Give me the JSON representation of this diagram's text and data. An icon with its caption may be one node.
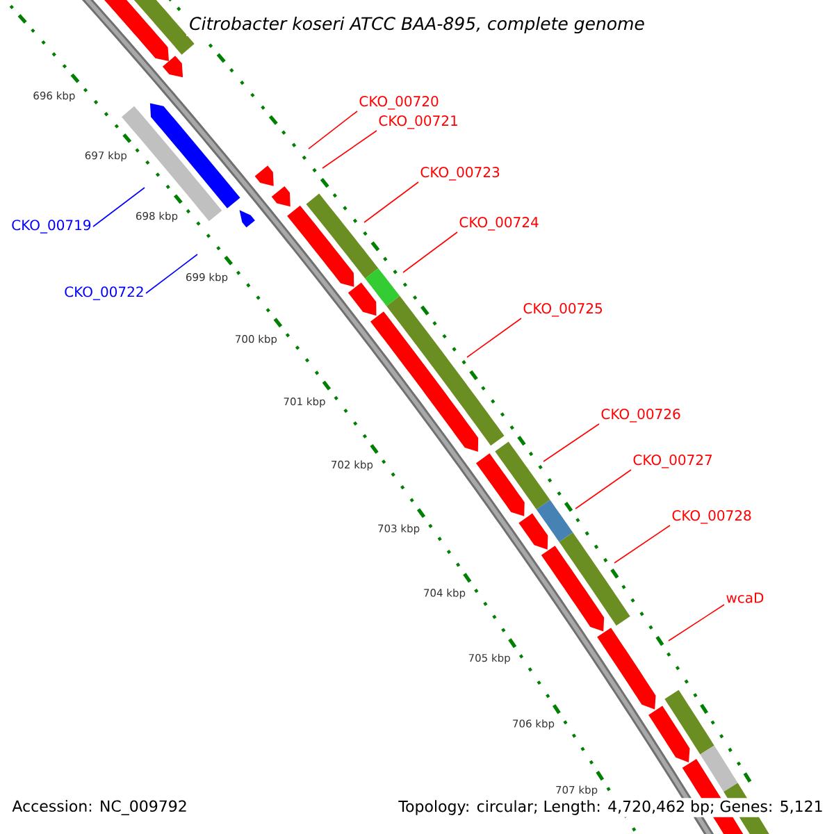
{
  "diagram": {
    "title": "Citrobacter koseri ATCC BAA-895, complete genome",
    "nodes": [
      {
        "text": [
          "CKO_00720"
        ]
      },
      {
        "text": [
          "CKO_00721"
        ]
      },
      {
        "text": [
          "CKO_00723"
        ]
      },
      {
        "text": [
          "CKO_00719"
        ]
      },
      {
        "text": [
          "CKO_00724"
        ]
      },
      {
        "text": [
          "CKO_00722"
        ]
      },
      {
        "text": [
          "CKO_00725"
        ]
      },
      {
        "text": [
          "CKO_00726"
        ]
      },
      {
        "text": [
          "CKO_00727"
        ]
      },
      {
        "text": [
          "CKO_00728"
        ]
      },
      {
        "text": [
          "wcaD"
        ]
      }
    ],
    "edges": [
      {
        "from": 0,
        "to": null,
        "arrow": "none"
      },
      {
        "from": 1,
        "to": null,
        "arrow": "none"
      },
      {
        "from": 2,
        "to": null,
        "arrow": "none"
      },
      {
        "from": 3,
        "to": null,
        "arrow": "none",
        "color": "#0000ff"
      },
      {
        "from": 4,
        "to": null,
        "arrow": "none"
      },
      {
        "from": 5,
        "to": null,
        "arrow": "none",
        "color": "#0000ff"
      },
      {
        "from": 6,
        "to": null,
        "arrow": "none"
      },
      {
        "from": 7,
        "to": null,
        "arrow": "none"
      },
      {
        "from": 8,
        "to": null,
        "arrow": "none"
      },
      {
        "from": 9,
        "to": null,
        "arrow": "none"
      },
      {
        "from": 10,
        "to": null,
        "arrow": "none"
      }
    ],
    "labels": [
      "696 kbp",
      "697 kbp",
      "698 kbp",
      "699 kbp",
      "700 kbp",
      "701 kbp",
      "702 kbp",
      "703 kbp",
      "704 kbp",
      "705 kbp",
      "706 kbp",
      "707 kbp",
      "Accession: NC_009792",
      "Topology: circular; Length: 4,720,462 bp; Genes: 5,121"
    ]
  }
}
